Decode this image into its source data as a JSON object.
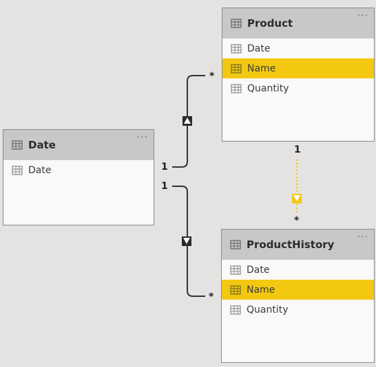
{
  "tables": {
    "product": {
      "title": "Product",
      "more": "···",
      "fields": [
        {
          "label": "Date",
          "selected": false
        },
        {
          "label": "Name",
          "selected": true
        },
        {
          "label": "Quantity",
          "selected": false
        }
      ]
    },
    "date": {
      "title": "Date",
      "more": "···",
      "fields": [
        {
          "label": "Date",
          "selected": false
        }
      ]
    },
    "product_history": {
      "title": "ProductHistory",
      "more": "···",
      "fields": [
        {
          "label": "Date",
          "selected": false
        },
        {
          "label": "Name",
          "selected": true
        },
        {
          "label": "Quantity",
          "selected": false
        }
      ]
    }
  },
  "relationships": {
    "date_product": {
      "from_cardinality": "1",
      "to_cardinality": "*"
    },
    "date_producthistory": {
      "from_cardinality": "1",
      "to_cardinality": "*"
    },
    "product_producthistory": {
      "from_cardinality": "1",
      "to_cardinality": "*"
    }
  },
  "colors": {
    "background": "#e5e3e1",
    "header": "#c8c8c8",
    "selected_field": "#f2c811",
    "relationship_line": "#333333",
    "highlighted_relationship": "#f2c811"
  }
}
